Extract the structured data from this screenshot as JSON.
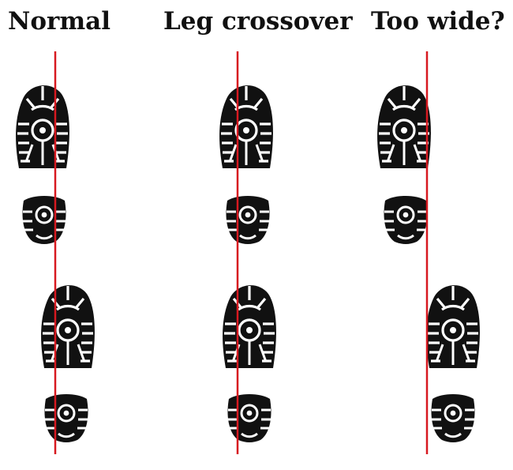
{
  "colors": {
    "guide_line": "#d71920",
    "print": "#111111",
    "background": "#ffffff"
  },
  "panels": [
    {
      "label": "Normal"
    },
    {
      "label": "Leg crossover"
    },
    {
      "label": "Too wide?"
    }
  ]
}
